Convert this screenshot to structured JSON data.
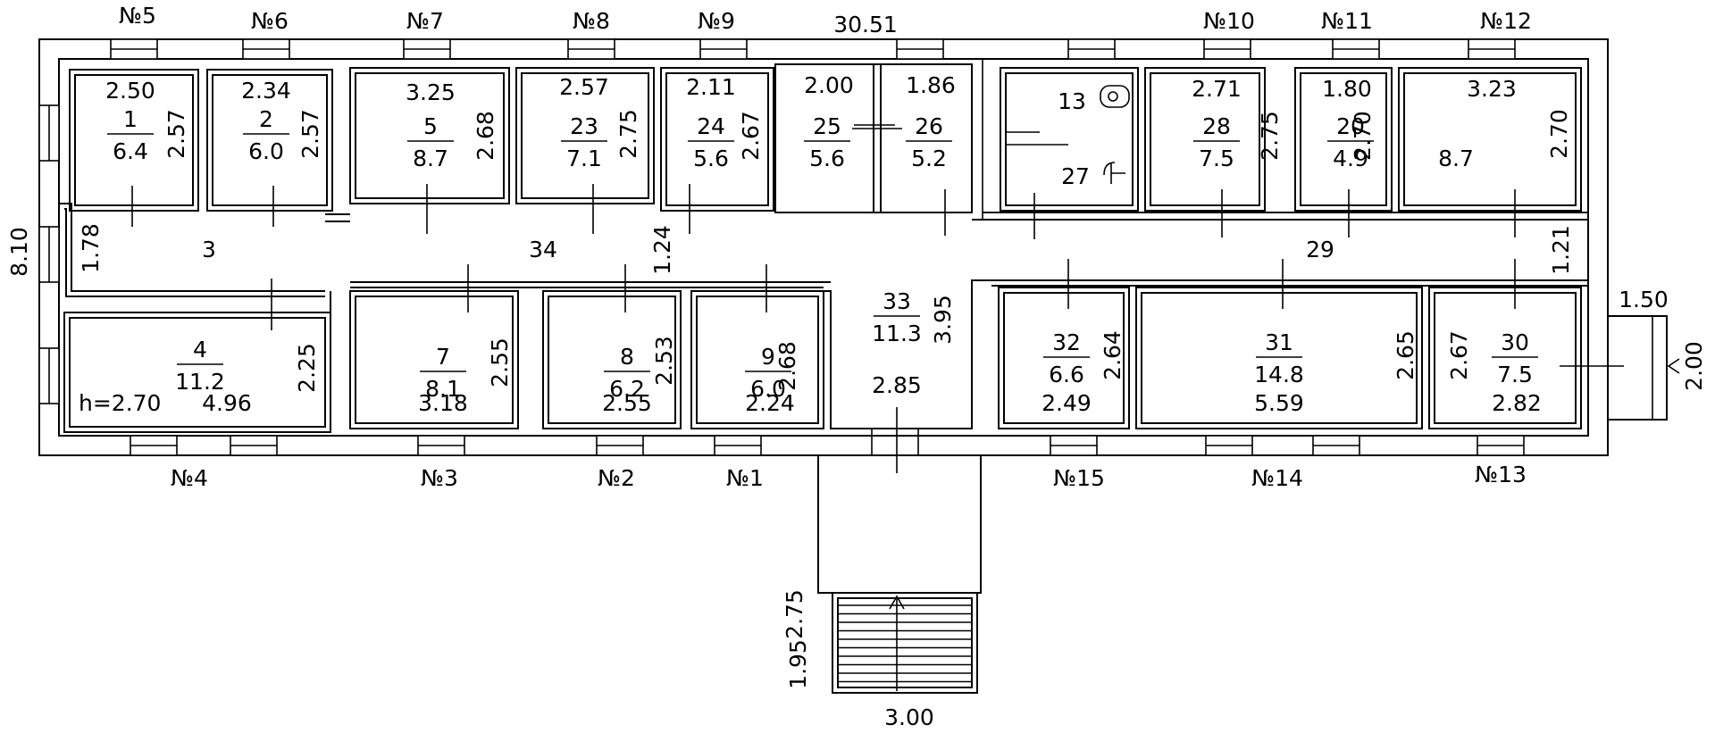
{
  "plan": {
    "total_width": "30.51",
    "total_height": "8.10",
    "ceiling_height": "h=2.70",
    "rooms": [
      {
        "id": "1",
        "area": "6.4",
        "dims": [
          "2.50",
          "2.57"
        ]
      },
      {
        "id": "2",
        "area": "6.0",
        "dims": [
          "2.34",
          "2.57"
        ]
      },
      {
        "id": "5",
        "area": "8.7",
        "dims": [
          "3.25",
          "2.68"
        ]
      },
      {
        "id": "23",
        "area": "7.1",
        "dims": [
          "2.57",
          "2.75"
        ]
      },
      {
        "id": "24",
        "area": "5.6",
        "dims": [
          "2.11",
          "2.67"
        ]
      },
      {
        "id": "25",
        "area": "5.6",
        "dims": [
          "2.00"
        ]
      },
      {
        "id": "26",
        "area": "5.2",
        "dims": [
          "1.86"
        ]
      },
      {
        "id": "13",
        "area": "",
        "dims": []
      },
      {
        "id": "27",
        "area": "",
        "dims": []
      },
      {
        "id": "28",
        "area": "7.5",
        "dims": [
          "2.71",
          "2.75"
        ]
      },
      {
        "id": "20",
        "area": "4.9",
        "dims": [
          "1.80",
          "2.70"
        ]
      },
      {
        "id": "",
        "area": "8.7",
        "dims": [
          "3.23",
          "2.70"
        ]
      },
      {
        "id": "3",
        "area": "",
        "dims": [
          "1.78"
        ]
      },
      {
        "id": "34",
        "area": "",
        "dims": [
          "1.24"
        ]
      },
      {
        "id": "29",
        "area": "",
        "dims": [
          "1.21"
        ]
      },
      {
        "id": "4",
        "area": "11.2",
        "dims": [
          "4.96",
          "2.25"
        ]
      },
      {
        "id": "7",
        "area": "8.1",
        "dims": [
          "3.18",
          "2.55"
        ]
      },
      {
        "id": "8",
        "area": "6.2",
        "dims": [
          "2.55",
          "2.53"
        ]
      },
      {
        "id": "9",
        "area": "6.0",
        "dims": [
          "2.24",
          "2.68"
        ]
      },
      {
        "id": "33",
        "area": "11.3",
        "dims": [
          "2.85",
          "3.95"
        ]
      },
      {
        "id": "32",
        "area": "6.6",
        "dims": [
          "2.49",
          "2.64"
        ]
      },
      {
        "id": "31",
        "area": "14.8",
        "dims": [
          "5.59",
          "2.65"
        ]
      },
      {
        "id": "30",
        "area": "7.5",
        "dims": [
          "2.82",
          "2.67"
        ]
      }
    ],
    "windows_top": [
      "№5",
      "№6",
      "№7",
      "№8",
      "№9",
      "№10",
      "№11",
      "№12"
    ],
    "windows_bottom": [
      "№4",
      "№3",
      "№2",
      "№1",
      "№15",
      "№14",
      "№13"
    ],
    "porch": {
      "length": "2.75",
      "stairs_length": "1.95",
      "width": "3.00"
    },
    "side_entry": {
      "width": "1.50",
      "length": "2.00"
    }
  }
}
